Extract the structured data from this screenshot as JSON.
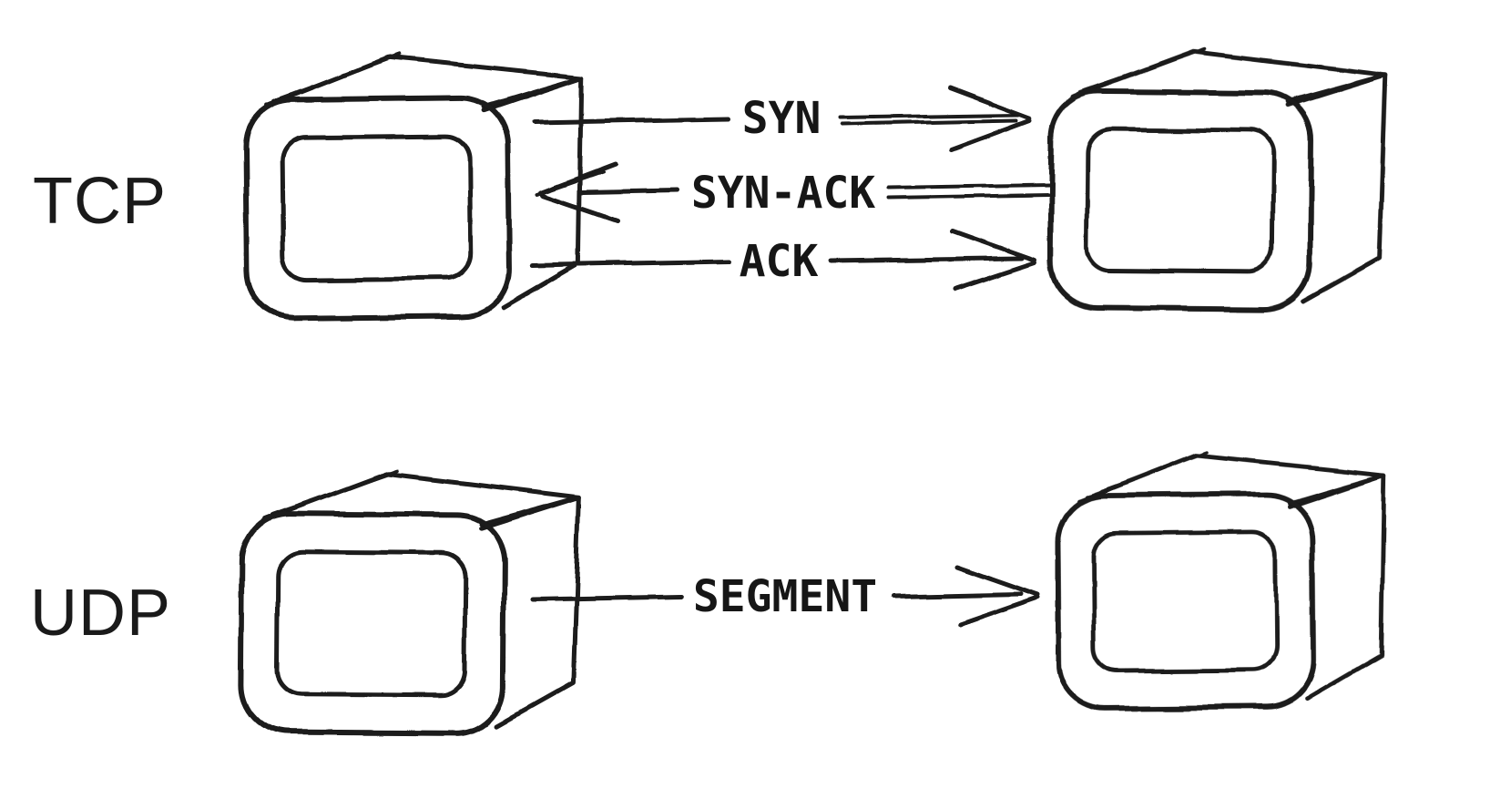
{
  "colors": {
    "ink": "#1a1a1a",
    "background": "#ffffff",
    "hatch": "#222222"
  },
  "diagram": {
    "style": "hand-drawn-sketch",
    "rows": [
      {
        "label": "TCP",
        "left_node_icon": "host-box-icon",
        "right_node_icon": "host-box-icon",
        "messages": [
          {
            "label": "SYN",
            "direction": "right"
          },
          {
            "label": "SYN-ACK",
            "direction": "left"
          },
          {
            "label": "ACK",
            "direction": "right"
          }
        ]
      },
      {
        "label": "UDP",
        "left_node_icon": "host-box-icon",
        "right_node_icon": "host-box-icon",
        "messages": [
          {
            "label": "SEGMENT",
            "direction": "right"
          }
        ]
      }
    ]
  }
}
